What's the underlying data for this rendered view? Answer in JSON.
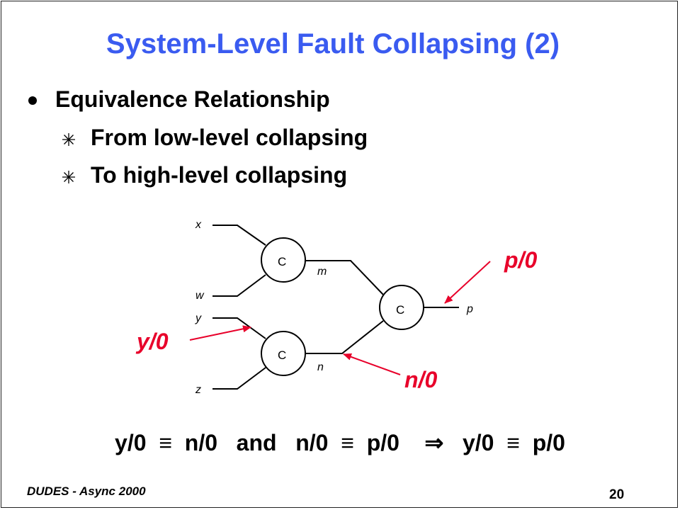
{
  "slide": {
    "title": "System-Level Fault Collapsing (2)",
    "bullet": "Equivalence Relationship",
    "subbullets": [
      "From low-level collapsing",
      "To high-level collapsing"
    ],
    "equation": "y/0  ≡  n/0   and   n/0  ≡  p/0    ⇒   y/0  ≡  p/0",
    "footer_left": "DUDES - Async 2000",
    "page_number": "20"
  },
  "diagram": {
    "wires": {
      "x": "x",
      "w": "w",
      "y": "y",
      "z": "z",
      "m": "m",
      "n": "n",
      "p": "p"
    },
    "gates": {
      "g1": "C",
      "g2": "C",
      "g3": "C"
    },
    "faults": {
      "y": "y/0",
      "n": "n/0",
      "p": "p/0"
    }
  },
  "colors": {
    "title": "#3a5bf0",
    "fault": "#e8002a"
  }
}
